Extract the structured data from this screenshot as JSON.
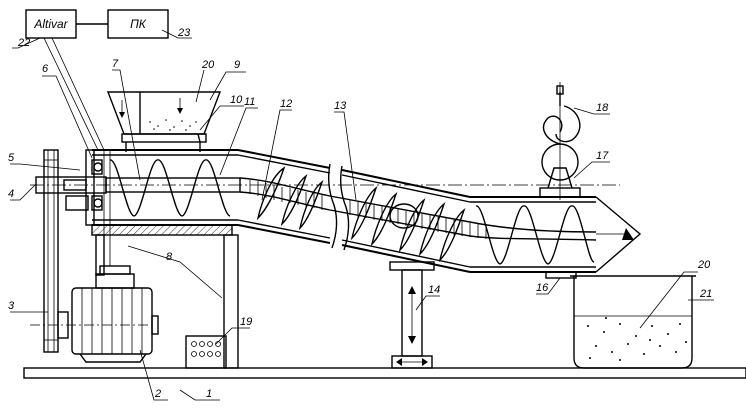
{
  "blocks": {
    "controller": "Altivar",
    "pc": "ПК"
  },
  "callouts": {
    "c1": "1",
    "c2": "2",
    "c3": "3",
    "c4": "4",
    "c5": "5",
    "c6": "6",
    "c7": "7",
    "c8": "8",
    "c9": "9",
    "c10": "10",
    "c11": "11",
    "c12": "12",
    "c13": "13",
    "c14": "14",
    "c16": "16",
    "c17": "17",
    "c18": "18",
    "c19": "19",
    "c20a": "20",
    "c20b": "20",
    "c21": "21",
    "c22": "22",
    "c23": "23"
  }
}
